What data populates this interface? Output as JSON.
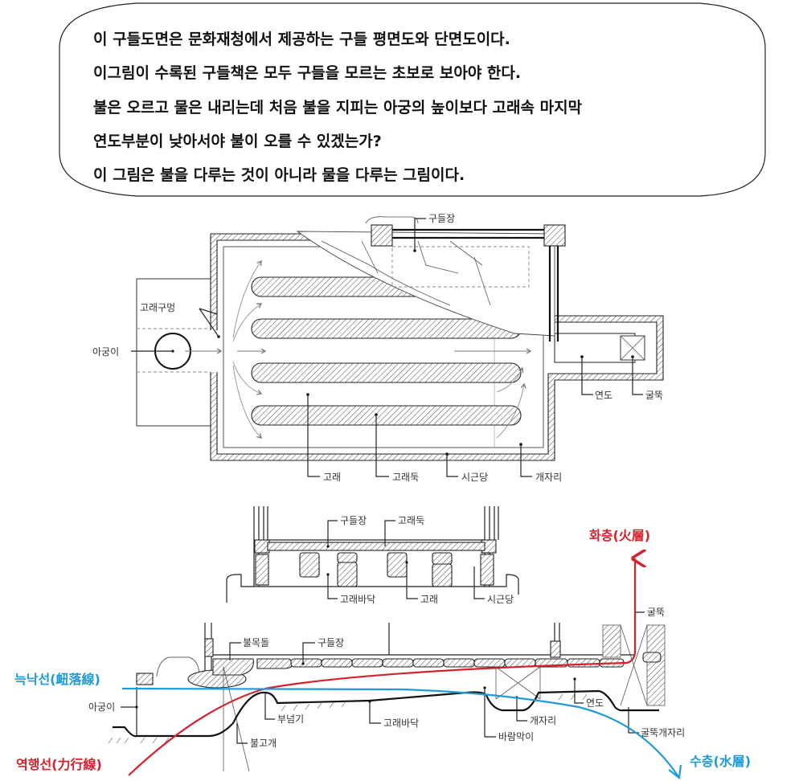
{
  "bubble": {
    "lines": [
      "이 구들도면은 문화재청에서 제공하는 구들 평면도와 단면도이다.",
      "이그림이 수록된 구들책은 모두 구들을 모르는 초보로 보아야 한다.",
      "불은 오르고 물은 내리는데 처음 불을 지피는 아궁의 높이보다 고래속 마지막",
      "연도부분이 낮아서야 불이 오를 수 있겠는가?",
      "이 그림은 불을 다루는 것이 아니라 물을 다루는 그림이다."
    ]
  },
  "plan": {
    "labels": {
      "gudeuljang": "구들장",
      "goraegumeong": "고래구멍",
      "agungi": "아궁이",
      "yeondo": "연도",
      "gulttuk": "굴뚝",
      "gorae": "고래",
      "goraedun": "고래둑",
      "sigeundang": "시근당",
      "gaejari": "개자리"
    }
  },
  "cross_section": {
    "labels": {
      "gudeuljang": "구들장",
      "goraedun": "고래둑",
      "goraebadak": "고래바닥",
      "gorae": "고래",
      "sigeundang": "시근당"
    }
  },
  "long_section": {
    "labels": {
      "bulmokdol": "불목돌",
      "gudeuljang": "구들장",
      "gulttuk": "굴뚝",
      "agungi": "아궁이",
      "buneomgi": "부넘기",
      "bulgogae": "불고개",
      "goraebadak": "고래바닥",
      "baramagi": "바람막이",
      "gaejari": "개자리",
      "yeondo": "연도",
      "gulttuk_gaejari": "굴뚝개자리"
    }
  },
  "annotations": {
    "fire_layer": {
      "text": "화층(火層)",
      "color": "#d4212b"
    },
    "sag_line": {
      "text": "늑낙선(衄落線)",
      "color": "#1e9bd7"
    },
    "force_line": {
      "text": "역행선(力行線)",
      "color": "#d4212b"
    },
    "water_layer": {
      "text": "수층(水層)",
      "color": "#1e9bd7"
    }
  }
}
